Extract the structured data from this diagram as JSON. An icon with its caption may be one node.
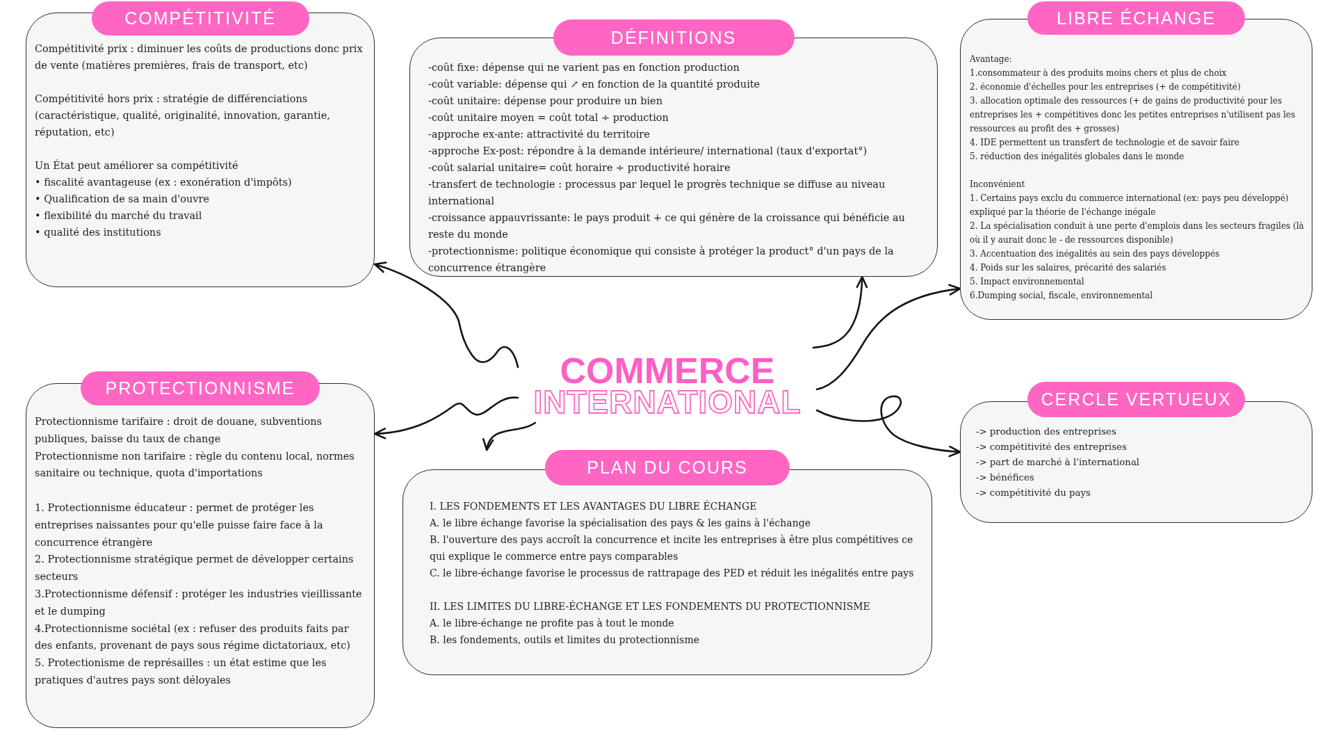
{
  "diagram": {
    "nodes": [
      {
        "text": [
          "COMPÉTITIVITÉ",
          "Compétitivité prix : diminuer les coûts de productions donc prix de vente (matières premières, frais de transport, etc)",
          "Compétitivité hors prix : stratégie de différenciations (caractéristique, qualité, originalité, innovation, garantie, réputation, etc)",
          "Un État peut améliorer sa compétitivité",
          "• fiscalité avantageuse (ex : exonération d'impôts)",
          "• Qualification de sa main d'ouvre",
          "• flexibilité du marché du travail",
          "• qualité des institutions"
        ]
      },
      {
        "text": [
          "DÉFINITIONS",
          "-coût fixe: dépense qui ne varient pas en fonction production",
          "-coût variable: dépense qui ↗ en fonction de la quantité produite",
          "-coût unitaire: dépense pour produire un bien",
          "-coût unitaire moyen = coût total ÷ production",
          "-approche ex-ante: attractivité du territoire",
          "-approche Ex-post: répondre à la demande intérieure/ international (taux d'exportat°)",
          "-coût salarial unitaire= coût horaire ÷ productivité horaire",
          "-transfert de technologie : processus par lequel le progrès technique se diffuse au niveau international",
          "-croissance appauvrissante: le pays produit + ce qui génère de la croissance qui bénéficie au reste du monde",
          "-protectionnisme: politique économique qui consiste à protéger la product° d'un pays de la concurrence étrangère"
        ]
      },
      {
        "text": [
          "LIBRE ÉCHANGE",
          "Avantage:",
          "1.consommateur à des produits moins chers et plus de choix",
          "2. économie d'échelles pour les entreprises (+ de compétitivité)",
          "3. allocation optimale des ressources (+ de gains de productivité pour les entreprises les + compétitives donc les petites entreprises n'utilisent pas les ressources au profit des + grosses)",
          "4. IDE permettent un transfert de technologie et de savoir faire",
          "5. réduction des inégalités globales dans le monde",
          "Inconvénient",
          "1. Certains pays exclu du commerce international (ex: pays peu développé) expliqué par la théorie de l'échange inégale",
          "2. La spécialisation conduit à une perte d'emplois dans les secteurs fragiles (là où il y aurait donc le - de ressources disponible)",
          "3. Accentuation des inégalités au sein des pays développés",
          "4. Poids sur les salaires, précarité des salariés",
          "5. Impact environnemental",
          "6.Dumping social, fiscale, environnemental"
        ]
      },
      {
        "text": [
          "COMMERCE",
          "INTERNATIONAL"
        ]
      },
      {
        "text": [
          "PROTECTIONNISME",
          "Protectionnisme tarifaire : droit de douane, subventions publiques, baisse du taux de change",
          "Protectionnisme non tarifaire : règle du contenu local, normes sanitaire ou technique, quota d'importations",
          "1. Protectionnisme éducateur : permet de protéger les entreprises naissantes pour qu'elle puisse faire face à la concurrence étrangère",
          "2. Protectionnisme stratégique permet de développer certains secteurs",
          "3.Protectionnisme défensif : protéger les industries vieillissante et le dumping",
          "4.Protectionnisme sociétal (ex : refuser des produits faits par des enfants, provenant de pays sous régime dictatoriaux, etc)",
          "5. Protectionisme de représailles : un état estime que les pratiques d'autres pays sont déloyales"
        ]
      },
      {
        "text": [
          "PLAN DU COURS",
          "I. LES FONDEMENTS ET LES AVANTAGES DU LIBRE ÉCHANGE",
          "A. le libre échange favorise la spécialisation des pays & les gains à l'échange",
          "B. l'ouverture des pays accroît la concurrence et incite les entreprises à être plus compétitives ce qui explique le commerce entre pays comparables",
          "C. le libre-échange favorise le processus de rattrapage des PED et réduit les inégalités entre pays",
          "II. LES LIMITES DU LIBRE-ÉCHANGE ET LES FONDEMENTS DU PROTECTIONNISME",
          "A. le libre-échange ne profite pas à tout le monde",
          "B. les fondements, outils et limites du protectionnisme"
        ]
      },
      {
        "text": [
          "CERCLE VERTUEUX",
          "-> production des entreprises",
          "-> compétitivité des entreprises",
          "-> part de marché à l'international",
          "-> bénéfices",
          "-> compétitivité du pays"
        ]
      }
    ],
    "edges": [
      {
        "from": 3,
        "to": 0,
        "arrow": "to"
      },
      {
        "from": 3,
        "to": 1,
        "arrow": "to"
      },
      {
        "from": 3,
        "to": 2,
        "arrow": "to"
      },
      {
        "from": 3,
        "to": 4,
        "arrow": "to"
      },
      {
        "from": 3,
        "to": 5,
        "arrow": "to"
      },
      {
        "from": 3,
        "to": 6,
        "arrow": "to"
      }
    ]
  }
}
